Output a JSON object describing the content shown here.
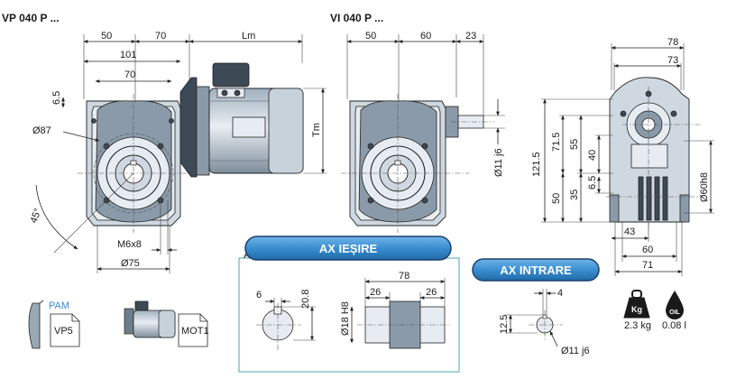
{
  "views": {
    "vp": {
      "title": "VP 040 P ..."
    },
    "vi": {
      "title": "VI 040 P ..."
    }
  },
  "dimensions": {
    "vp_top": {
      "d50": "50",
      "d70": "70",
      "lm": "Lm"
    },
    "vp_101": "101",
    "vp_70_inner": "70",
    "vp_6_5": "6.5",
    "vp_dia87": "Ø87",
    "vp_tm": "Tm",
    "vp_angle": "45°",
    "vp_m6x8": "M6x8",
    "vp_dia75": "Ø75",
    "vi_top": {
      "d50": "50",
      "d60": "60",
      "d23": "23"
    },
    "vi_shaft": "Ø11 j6",
    "right_top": {
      "w78": "78",
      "w73": "73"
    },
    "right_vertical": {
      "v121_5": "121.5",
      "v71_5": "71.5",
      "v55": "55",
      "v40": "40",
      "v50": "50",
      "v35": "35",
      "v6_5": "6.5",
      "v_dia60": "Ø60h8"
    },
    "right_bottom": {
      "b43": "43",
      "b60": "60",
      "b71": "71"
    }
  },
  "output_shaft": {
    "label": "AX IEȘIRE",
    "marker": "A",
    "d6": "6",
    "d20_8": "20.8",
    "d18h8": "Ø18 H8",
    "d78": "78",
    "d26_left": "26",
    "d26_right": "26"
  },
  "input_shaft": {
    "label": "AX INTRARE",
    "d4": "4",
    "d12_5": "12.5",
    "d11j6": "Ø11 j6"
  },
  "accessories": {
    "pam_label": "PAM",
    "vp5_label": "VP5",
    "mot1_label": "MOT1"
  },
  "specs": {
    "weight_icon_text": "Kg",
    "weight_value": "2.3 kg",
    "oil_icon_text": "OIL",
    "oil_value": "0.08 l"
  },
  "colors": {
    "pill_fill": "#3a8ed0",
    "pill_stroke": "#1e3f6e",
    "panel_border": "#4aa6b8",
    "housing": "#cfd8e0",
    "dark": "#3c4a56"
  }
}
